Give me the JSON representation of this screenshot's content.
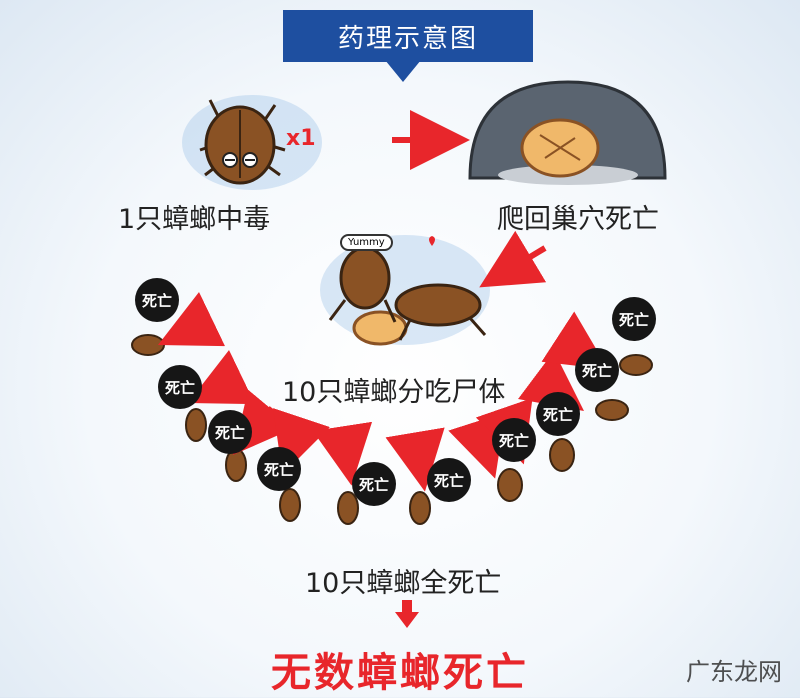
{
  "title": "药理示意图",
  "multiplier": "x1",
  "steps": {
    "step1": "1只蟑螂中毒",
    "step2": "爬回巢穴死亡",
    "step3": "10只蟑螂分吃尸体",
    "step4": "10只蟑螂全死亡",
    "result": "无数蟑螂死亡"
  },
  "speech": {
    "yummy": "Yummy"
  },
  "dead_label": "死亡",
  "watermark": "广东龙网",
  "colors": {
    "banner": "#1e4fa0",
    "arrow": "#e8262b",
    "result": "#e8262b",
    "badge": "#161616",
    "cockroach": "#8a5224"
  }
}
